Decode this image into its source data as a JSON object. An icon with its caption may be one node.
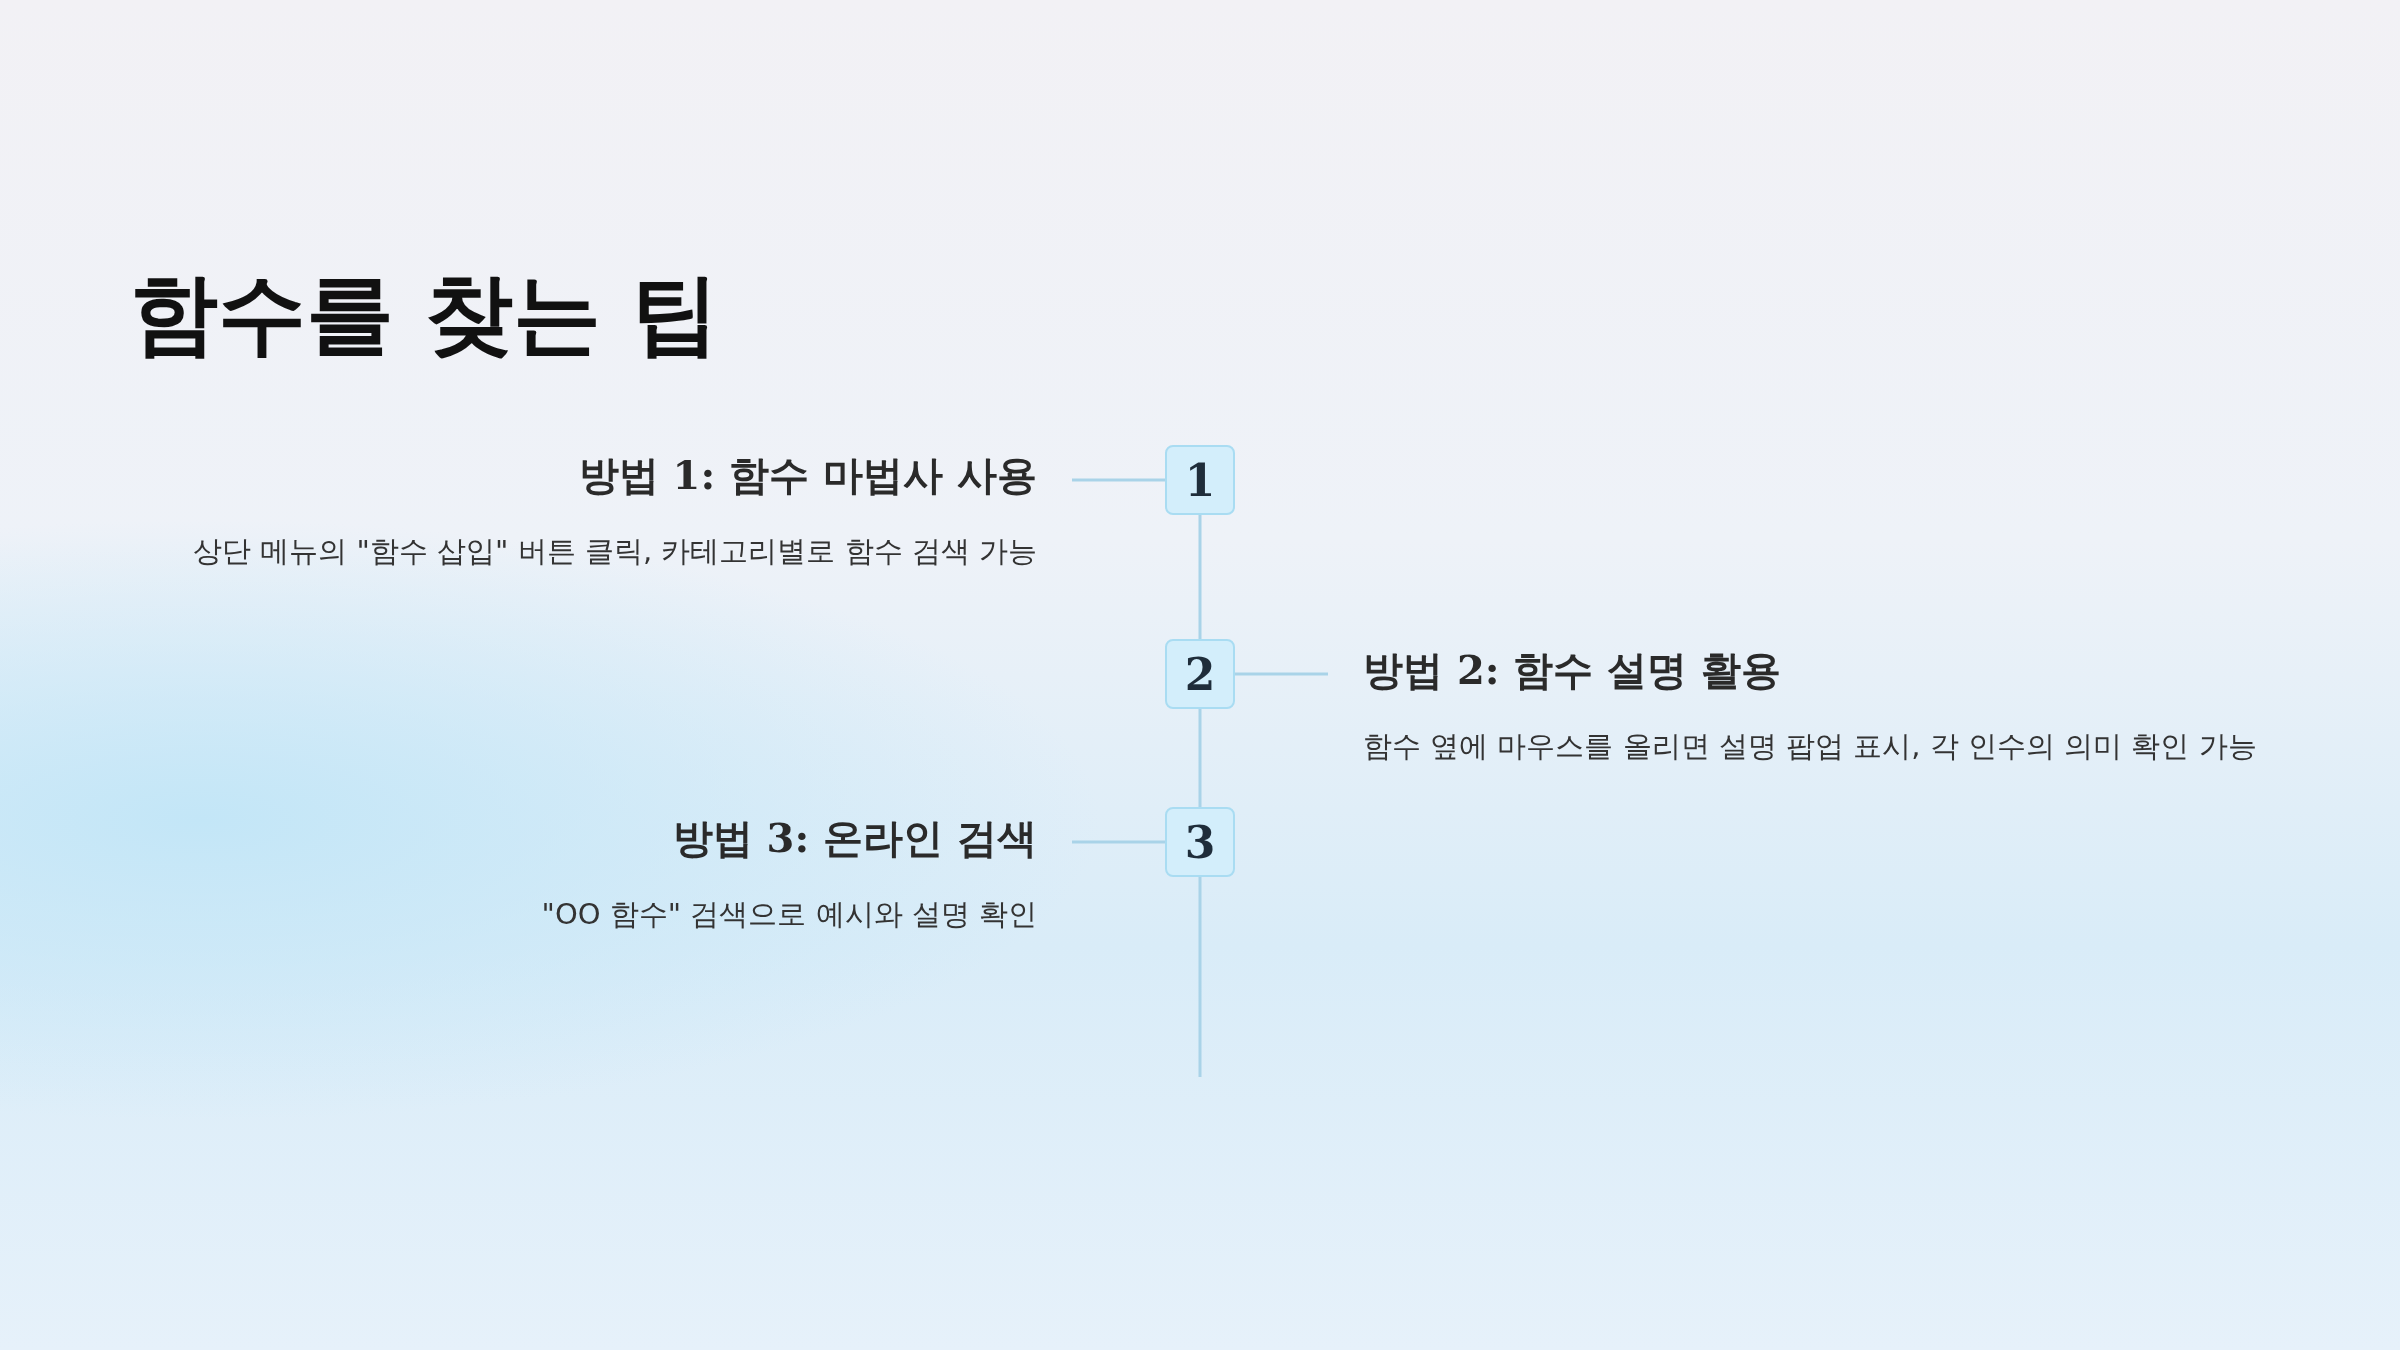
{
  "diagram": {
    "title": "함수를 찾는 팁",
    "nodes": [
      {
        "text": [
          "1"
        ]
      },
      {
        "text": [
          "방법 1: 함수 마법사 사용",
          "상단 메뉴의 \"함수 삽입\" 버튼 클릭, 카테고리별로 함수 검색 가능"
        ]
      },
      {
        "text": [
          "2"
        ]
      },
      {
        "text": [
          "방법 2: 함수 설명 활용",
          "함수 옆에 마우스를 올리면 설명 팝업 표시, 각 인수의 의미 확인 가능"
        ]
      },
      {
        "text": [
          "3"
        ]
      },
      {
        "text": [
          "방법 3: 온라인 검색",
          "\"OO 함수\" 검색으로 예시와 설명 확인"
        ]
      }
    ],
    "edges": [
      {
        "from": 1,
        "to": 0,
        "arrow": "none"
      },
      {
        "from": 0,
        "to": 2,
        "arrow": "none"
      },
      {
        "from": 2,
        "to": 3,
        "arrow": "none"
      },
      {
        "from": 2,
        "to": 4,
        "arrow": "none"
      },
      {
        "from": 5,
        "to": 4,
        "arrow": "none"
      },
      {
        "from": 4,
        "to": null,
        "arrow": "none"
      }
    ]
  }
}
